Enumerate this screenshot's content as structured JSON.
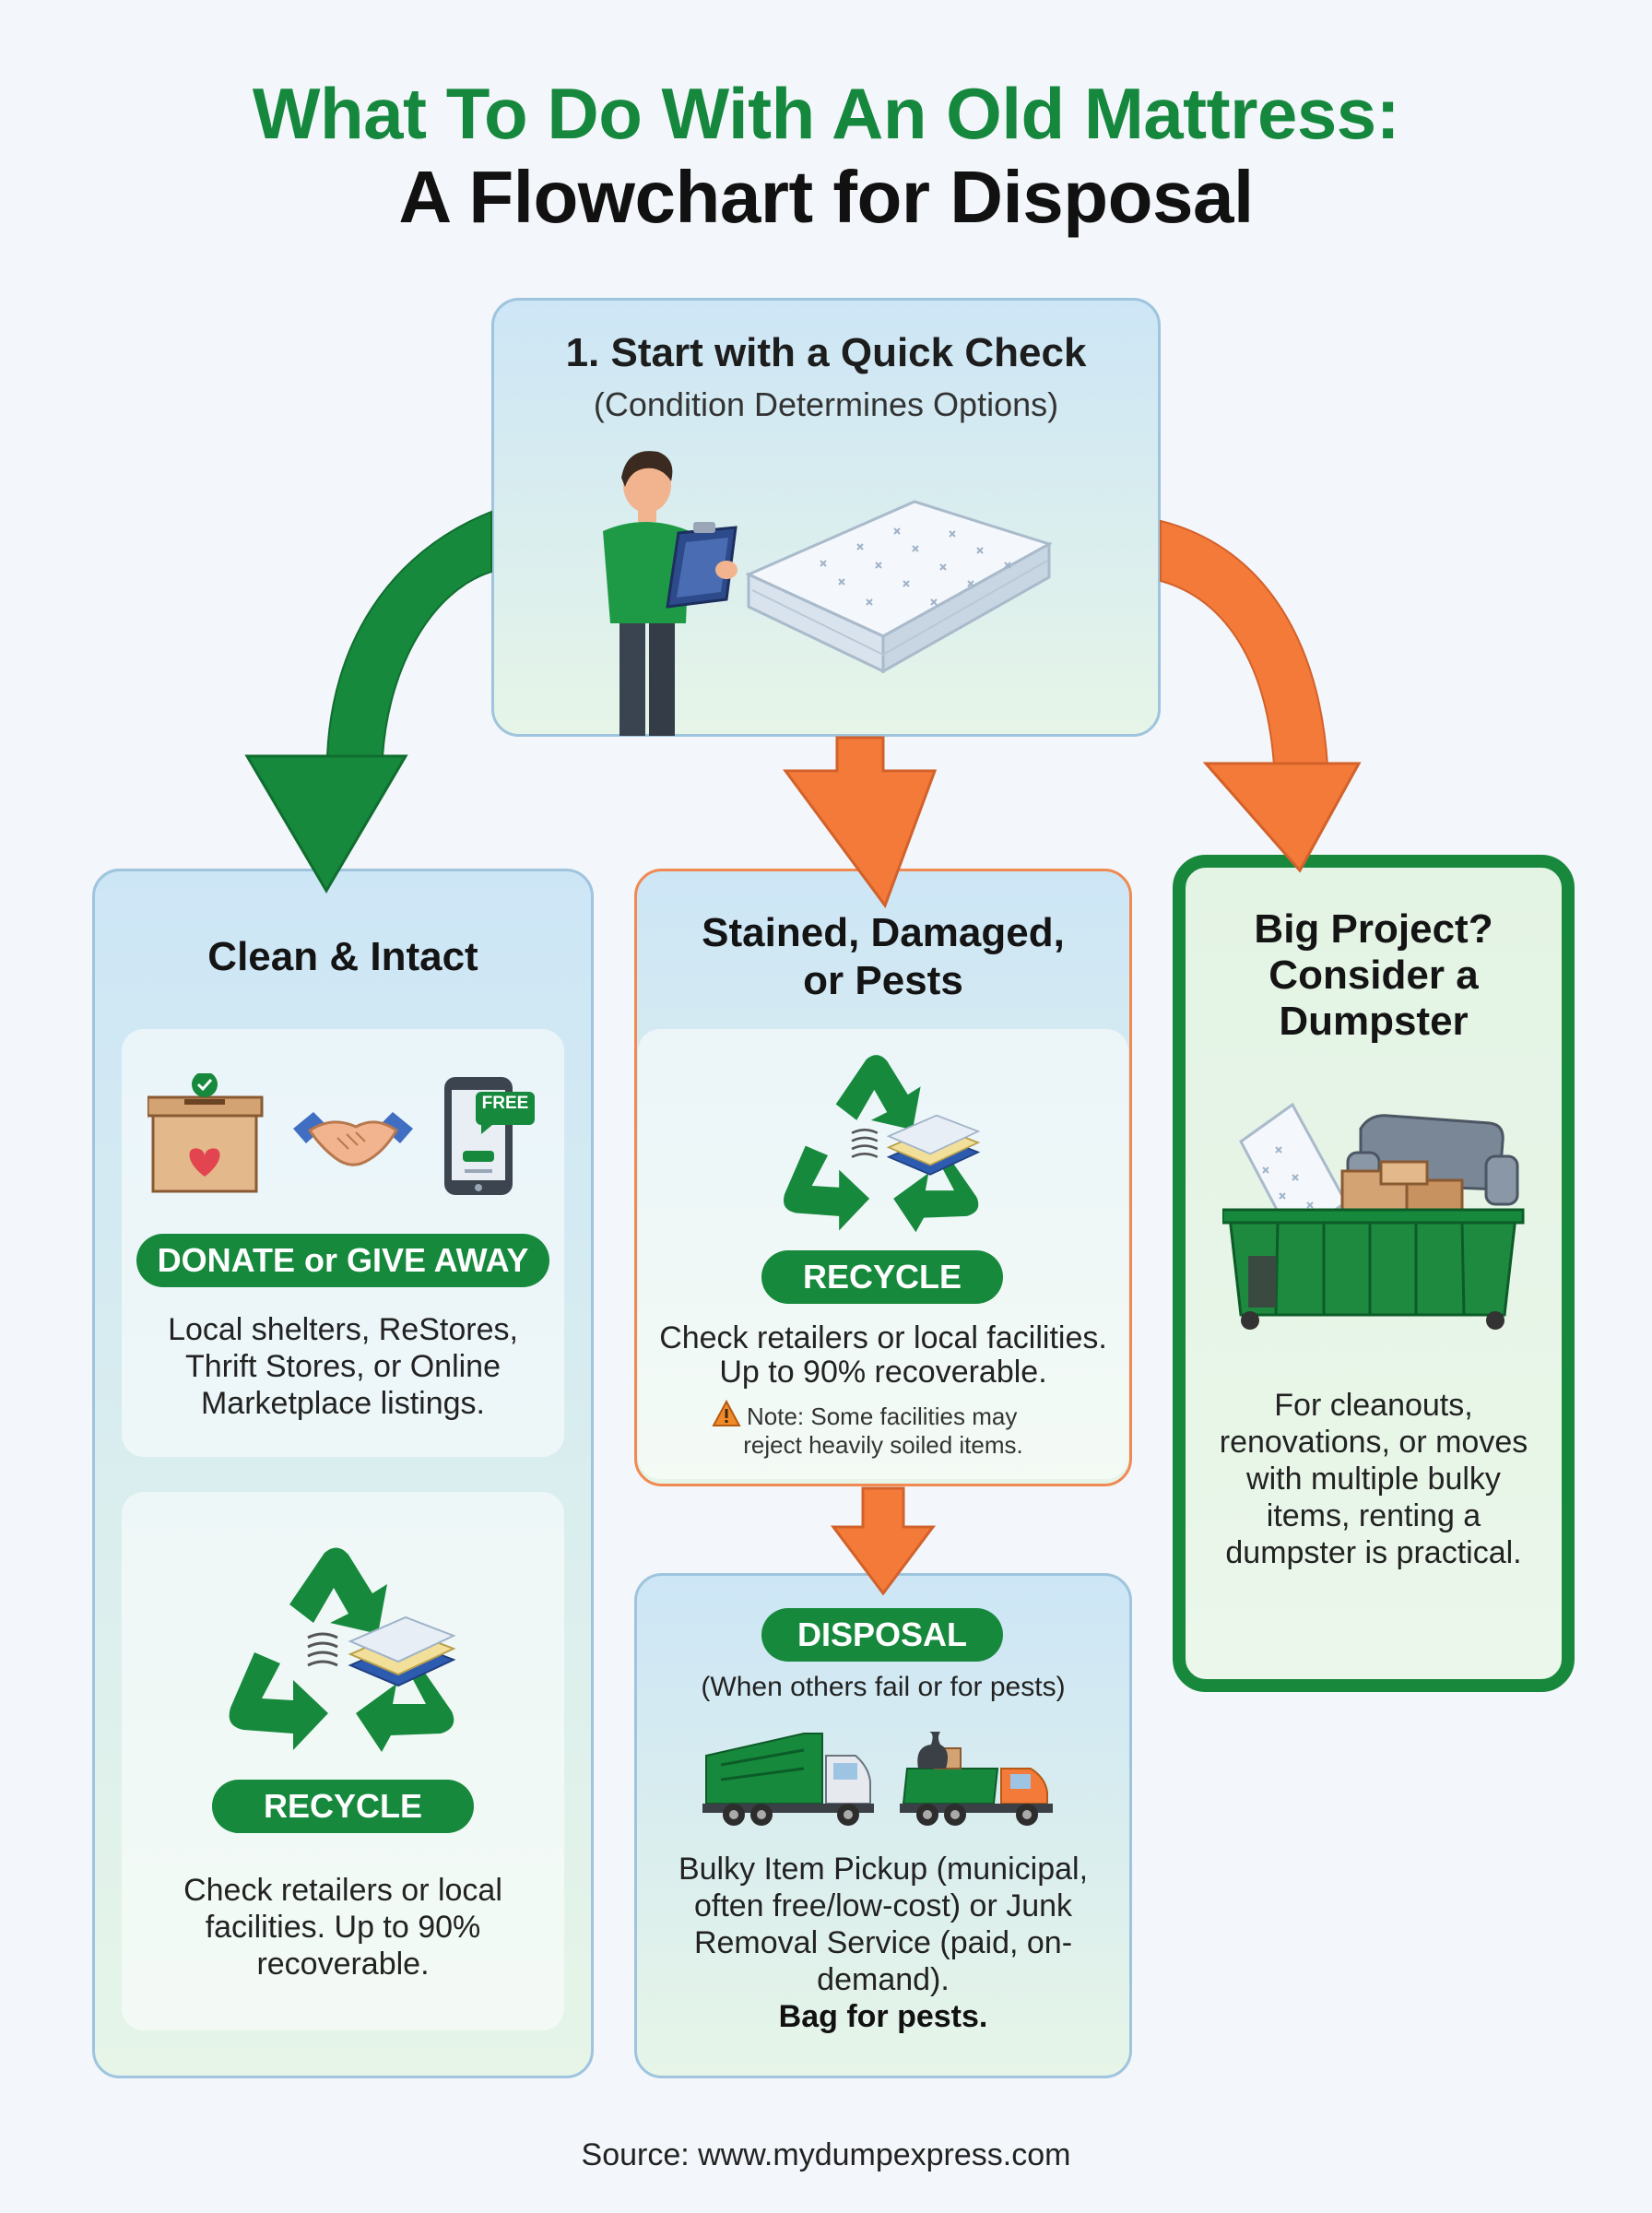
{
  "header": {
    "title_line1": "What To Do With An Old Mattress:",
    "title_line2": "A Flowchart for Disposal"
  },
  "start": {
    "title": "1. Start with a Quick Check",
    "subtitle": "(Condition Determines Options)"
  },
  "left_column": {
    "heading": "Clean & Intact",
    "donate": {
      "free_badge": "FREE",
      "pill": "DONATE or GIVE AWAY",
      "description": "Local shelters, ReStores, Thrift Stores, or Online Marketplace listings."
    },
    "recycle": {
      "pill": "RECYCLE",
      "description": "Check retailers or local facilities. Up to 90% recoverable."
    }
  },
  "middle_column": {
    "heading_line1": "Stained, Damaged,",
    "heading_line2": "or Pests",
    "recycle": {
      "pill": "RECYCLE",
      "description_line1": "Check retailers or local facilities.",
      "description_line2": "Up to 90% recoverable.",
      "note_line1": "Note: Some facilities may",
      "note_line2": "reject heavily soiled items."
    }
  },
  "disposal": {
    "pill": "DISPOSAL",
    "subtitle": "(When others fail or for pests)",
    "description": "Bulky Item Pickup (municipal, often free/low-cost) or Junk Removal Service (paid, on-demand).",
    "emphasis": "Bag for pests."
  },
  "right_column": {
    "heading_line1": "Big Project?",
    "heading_line2": "Consider a",
    "heading_line3": "Dumpster",
    "description": "For cleanouts, renovations, or moves with multiple bulky items, renting a dumpster is practical."
  },
  "footer": {
    "source": "Source: www.mydumpexpress.com"
  },
  "colors": {
    "brand_green": "#16893d",
    "accent_orange": "#f47a3a",
    "title_green": "#15883e"
  }
}
